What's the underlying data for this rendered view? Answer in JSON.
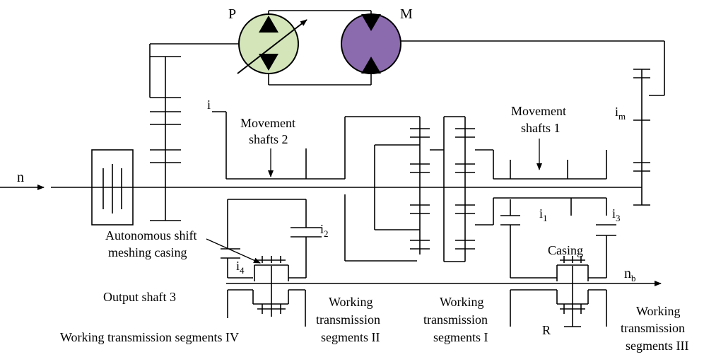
{
  "labels": {
    "pump": "P",
    "motor": "M",
    "input_speed": "n",
    "output_speed_base": "n",
    "output_speed_sub": "b",
    "ratio_i": "i",
    "ratio_im_base": "i",
    "ratio_im_sub": "m",
    "ratio_i1_base": "i",
    "ratio_i1_sub": "1",
    "ratio_i2_base": "i",
    "ratio_i2_sub": "2",
    "ratio_i3_base": "i",
    "ratio_i3_sub": "3",
    "ratio_i4_base": "i",
    "ratio_i4_sub": "4",
    "movement_shafts_2_line1": "Movement",
    "movement_shafts_2_line2": "shafts 2",
    "movement_shafts_1_line1": "Movement",
    "movement_shafts_1_line2": "shafts 1",
    "autonomous_line1": "Autonomous shift",
    "autonomous_line2": "meshing casing",
    "casing": "Casing",
    "output_shaft_3": "Output shaft 3",
    "segments_iv": "Working transmission segments IV",
    "segments_ii_line1": "Working",
    "segments_ii_line2": "transmission",
    "segments_ii_line3": "segments II",
    "segments_i_line1": "Working",
    "segments_i_line2": "transmission",
    "segments_i_line3": "segments I",
    "segments_iii_line1": "Working",
    "segments_iii_line2": "transmission",
    "segments_iii_line3": "segments III",
    "reverse": "R"
  },
  "colors": {
    "pump_fill": "#d3e5b9",
    "motor_fill": "#8b6bae",
    "line": "#000000"
  },
  "icons": {
    "pump": "variable-displacement-pump-icon",
    "motor": "hydraulic-motor-icon"
  }
}
